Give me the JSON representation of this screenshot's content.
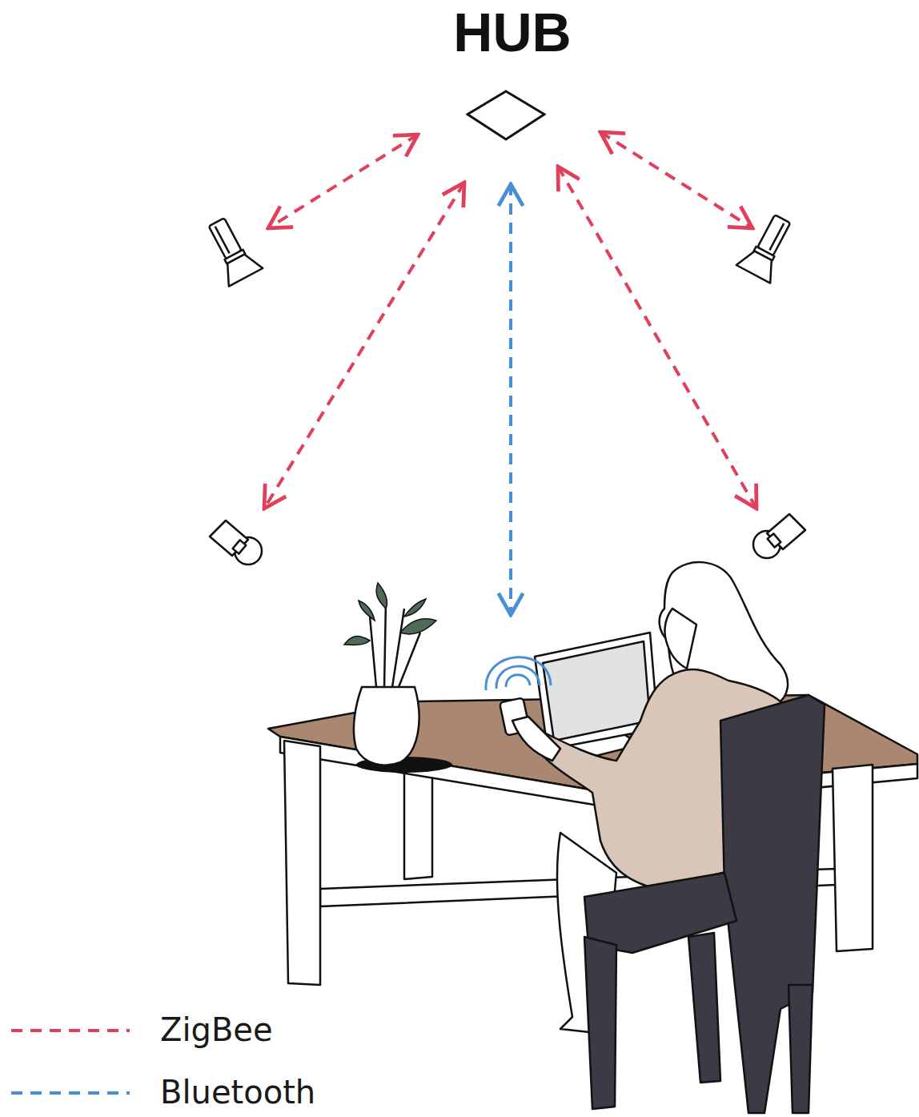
{
  "diagram": {
    "nodes": [
      {
        "text": [
          "HUB"
        ]
      }
    ],
    "legend": [
      {
        "text": "ZigBee"
      },
      {
        "text": "Bluetooth"
      }
    ]
  }
}
